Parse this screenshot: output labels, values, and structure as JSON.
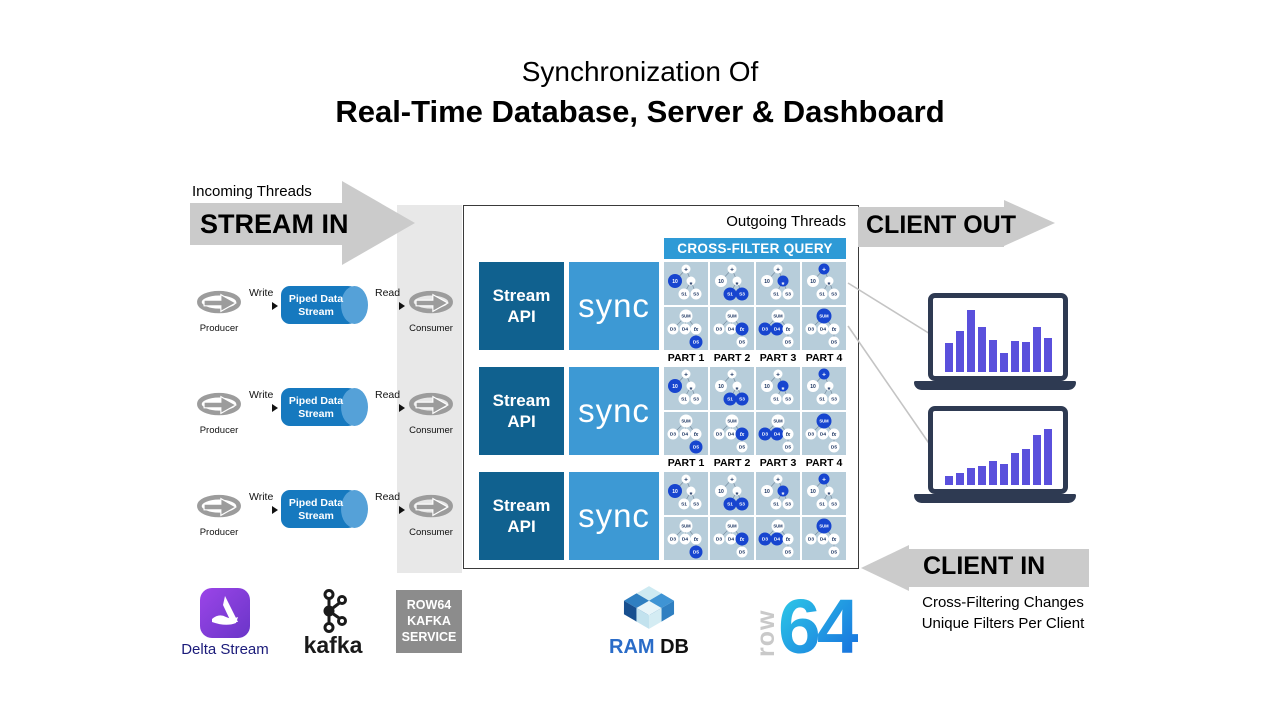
{
  "title": {
    "line1": "Synchronization Of",
    "line2": "Real-Time Database, Server & Dashboard"
  },
  "incoming": {
    "label": "Incoming Threads"
  },
  "arrows": {
    "stream_in": "STREAM IN",
    "client_out": "CLIENT OUT",
    "client_in": "CLIENT IN"
  },
  "client_in_notes": {
    "line1": "Cross-Filtering Changes",
    "line2": "Unique Filters Per Client"
  },
  "pipeline": {
    "producer": "Producer",
    "consumer": "Consumer",
    "write": "Write",
    "read": "Read",
    "pipe_line1": "Piped Data",
    "pipe_line2": "Stream",
    "row_count": 3
  },
  "server": {
    "outgoing_label": "Outgoing Threads",
    "cross_filter_header": "CROSS-FILTER QUERY",
    "stream_api_line1": "Stream",
    "stream_api_line2": "API",
    "sync_label": "sync",
    "group_count": 3,
    "parts": [
      {
        "label": "PART 1",
        "top_highlight": [
          "10"
        ],
        "bottom_highlight": [
          "D5"
        ]
      },
      {
        "label": "PART 2",
        "top_highlight": [
          "S1",
          "S3"
        ],
        "bottom_highlight": [
          "fx"
        ]
      },
      {
        "label": "PART 3",
        "top_highlight": [
          "*"
        ],
        "bottom_highlight": [
          "D3",
          "D4"
        ]
      },
      {
        "label": "PART 4",
        "top_highlight": [
          "+"
        ],
        "bottom_highlight": [
          "SUM"
        ]
      }
    ],
    "tree_top_nodes": [
      "+",
      "10",
      "*",
      "S1",
      "S3"
    ],
    "tree_bottom_nodes": [
      "SUM",
      "D3",
      "D4",
      "fx",
      "D5"
    ]
  },
  "dashboards": [
    {
      "name": "client-dashboard-1",
      "bars": [
        45,
        64,
        97,
        71,
        50,
        30,
        48,
        47,
        71,
        53
      ]
    },
    {
      "name": "client-dashboard-2",
      "bars": [
        14,
        18,
        26,
        30,
        38,
        33,
        50,
        56,
        78,
        88
      ]
    }
  ],
  "logos": {
    "delta_stream": {
      "label": "Delta Stream"
    },
    "kafka": {
      "label": "kafka"
    },
    "row64_service": {
      "line1": "ROW64",
      "line2": "KAFKA",
      "line3": "SERVICE"
    },
    "ramdb": {
      "ram": "RAM",
      "db": "DB"
    },
    "row64": {
      "row": "row",
      "num": "64"
    }
  },
  "colors": {
    "accent_dark_blue": "#10618f",
    "accent_blue": "#3d99d4",
    "header_blue": "#2e9ad6",
    "cell_bg": "#b7cdda",
    "node_highlight": "#1745cf",
    "arrow_gray": "#cbcbcb",
    "band_gray": "#e8e8e8",
    "laptop_frame": "#2e3a52",
    "chart_purple": "#5a50dc",
    "pipe_blue": "#1679bf"
  }
}
